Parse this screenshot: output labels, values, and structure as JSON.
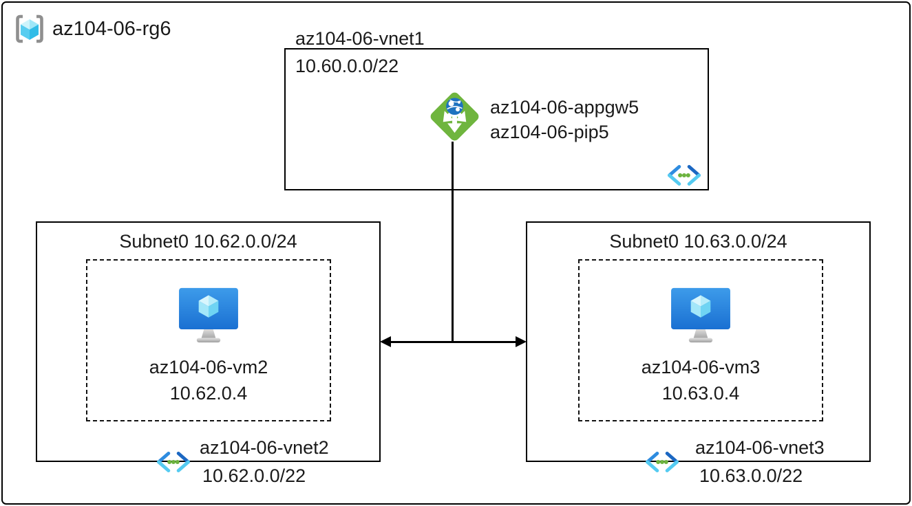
{
  "resource_group": {
    "name": "az104-06-rg6",
    "icon": "resource-group-icon"
  },
  "vnet1": {
    "name": "az104-06-vnet1",
    "cidr": "10.60.0.0/22",
    "app_gateway_name": "az104-06-appgw5",
    "public_ip_name": "az104-06-pip5",
    "gateway_icon": "application-gateway-icon",
    "network_icon": "virtual-network-icon"
  },
  "vnet2": {
    "name": "az104-06-vnet2",
    "cidr": "10.62.0.0/22",
    "subnet_label": "Subnet0 10.62.0.0/24",
    "vm_name": "az104-06-vm2",
    "vm_ip": "10.62.0.4",
    "vm_icon": "virtual-machine-icon",
    "network_icon": "virtual-network-icon"
  },
  "vnet3": {
    "name": "az104-06-vnet3",
    "cidr": "10.63.0.0/22",
    "subnet_label": "Subnet0 10.63.0.0/24",
    "vm_name": "az104-06-vm3",
    "vm_ip": "10.63.0.4",
    "vm_icon": "virtual-machine-icon",
    "network_icon": "virtual-network-icon"
  },
  "connectors": {
    "vertical_line": "appgw-to-peering-line",
    "horizontal_double_arrow": "vnet-peering-arrow"
  },
  "colors": {
    "border_black": "#000000",
    "text": "#1a1a1a",
    "appgw_diamond_green": "#6fb53e",
    "globe_blue": "#1f73c0",
    "vnet_chevron_blue": "#2e8ce0",
    "vnet_chevron_dark_blue": "#1b67c2",
    "vnet_chevron_cyan": "#55cbf1",
    "vnet_dot_green": "#6cb33f",
    "vm_monitor_blue_top": "#3d9bea",
    "vm_monitor_blue_bottom": "#1a70d2",
    "cube_cyan_light": "#d0f3fb",
    "cube_cyan_mid": "#58cdf0",
    "cube_cyan_dark": "#30bce7",
    "bracket_gray": "#8f8f8f",
    "stand_gray": "#b5b5b5"
  }
}
